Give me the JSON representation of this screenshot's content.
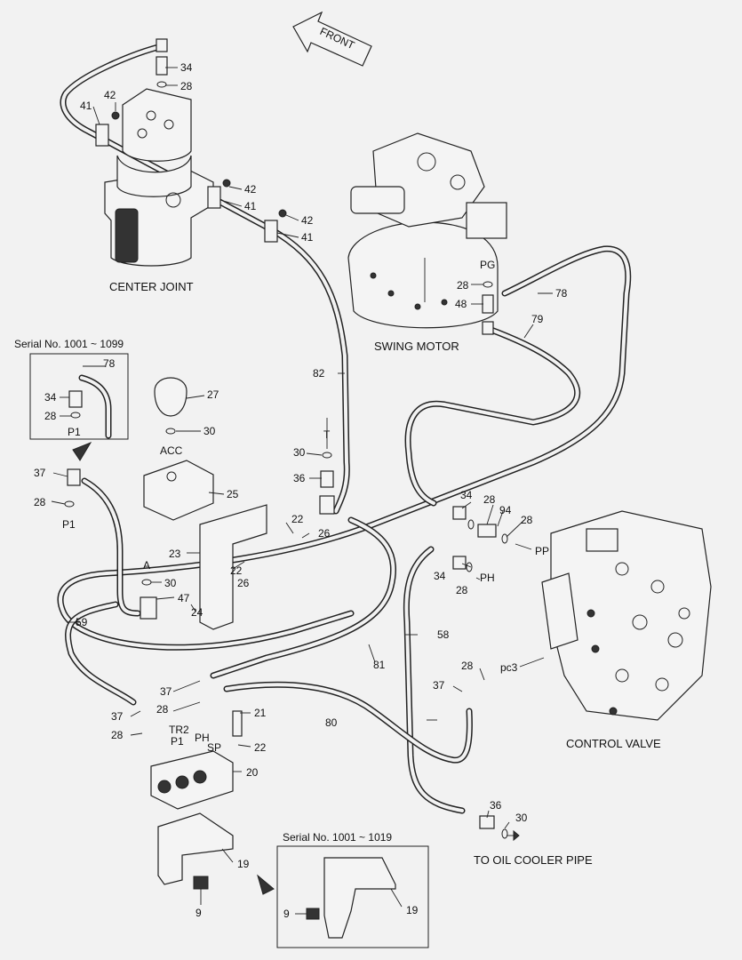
{
  "captions": {
    "front": "FRONT",
    "center_joint": "CENTER JOINT",
    "swing_motor": "SWING MOTOR",
    "control_valve": "CONTROL VALVE",
    "oil_cooler": "TO OIL COOLER PIPE",
    "serial_top": "Serial No. 1001 ~ 1099",
    "serial_bottom": "Serial No. 1001 ~ 1019"
  },
  "ports": {
    "pg": "PG",
    "acc": "ACC",
    "t": "T",
    "a": "A",
    "p1": "P1",
    "pp": "PP",
    "ph": "PH",
    "pc3": "pc3",
    "tr2": "TR2",
    "sp": "SP"
  },
  "callouts": {
    "n9": "9",
    "n19": "19",
    "n20": "20",
    "n21": "21",
    "n22": "22",
    "n23": "23",
    "n24": "24",
    "n25": "25",
    "n26": "26",
    "n27": "27",
    "n28": "28",
    "n30": "30",
    "n34": "34",
    "n36": "36",
    "n37": "37",
    "n41": "41",
    "n42": "42",
    "n47": "47",
    "n48": "48",
    "n58": "58",
    "n59": "59",
    "n78": "78",
    "n79": "79",
    "n80": "80",
    "n81": "81",
    "n82": "82",
    "n94": "94"
  }
}
